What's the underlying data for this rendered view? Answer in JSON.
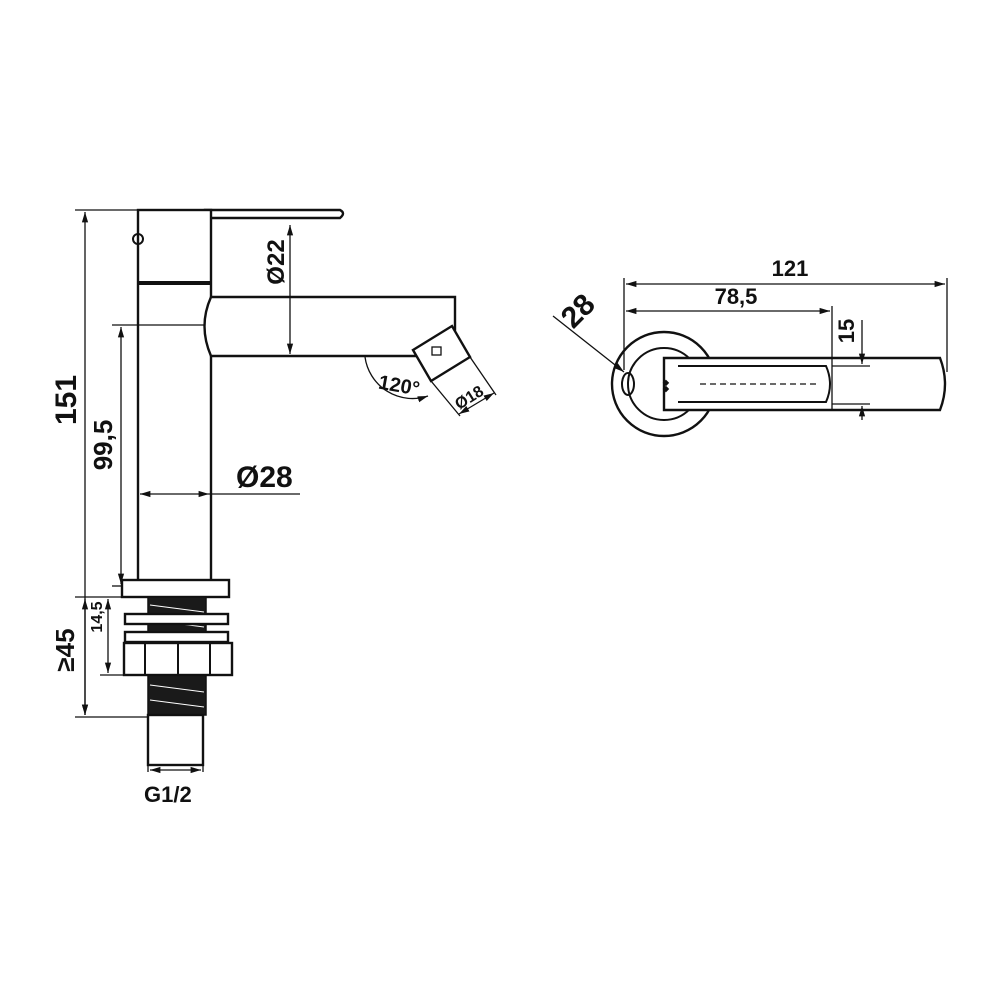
{
  "dimensions": {
    "total_height": "151",
    "spout_height": "99,5",
    "spout_diameter": "Ø22",
    "body_diameter": "Ø28",
    "aerator_angle": "120°",
    "aerator_diameter": "Ø18",
    "min_deck": "≥45",
    "shank_length": "14,5",
    "thread": "G1/2",
    "total_length": "121",
    "spout_reach": "78,5",
    "handle_width": "15",
    "base_diameter": "28"
  }
}
